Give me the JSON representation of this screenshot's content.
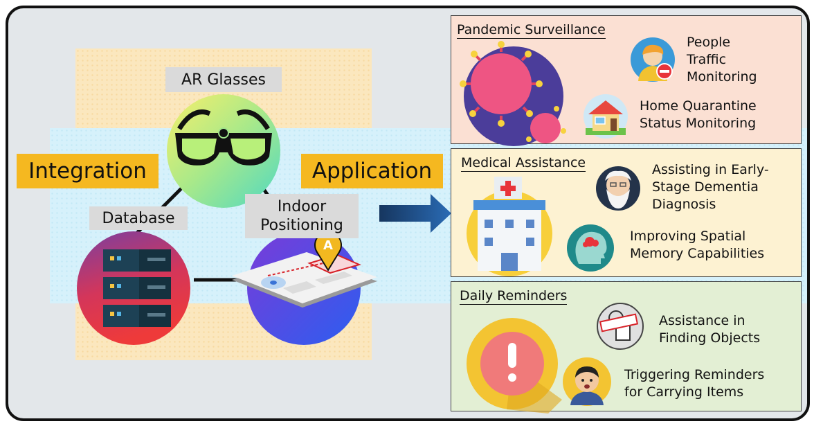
{
  "left": {
    "integration_label": "Integration",
    "application_label": "Application",
    "nodes": {
      "ar_glasses": "AR Glasses",
      "database": "Database",
      "indoor_positioning": "Indoor\nPositioning"
    },
    "pin_letter": "A"
  },
  "panels": {
    "pandemic": {
      "title": "Pandemic Surveillance",
      "items": [
        {
          "text": "People\nTraffic\nMonitoring",
          "icon": "person-minus-icon"
        },
        {
          "text": "Home Quarantine\nStatus Monitoring",
          "icon": "house-icon"
        }
      ]
    },
    "medical": {
      "title": "Medical Assistance",
      "items": [
        {
          "text": "Assisting in Early-\nStage Dementia\nDiagnosis",
          "icon": "elderly-man-icon"
        },
        {
          "text": "Improving Spatial\nMemory Capabilities",
          "icon": "brain-head-icon"
        }
      ]
    },
    "daily": {
      "title": "Daily Reminders",
      "items": [
        {
          "text": "Assistance in\nFinding Objects",
          "icon": "lost-item-icon"
        },
        {
          "text": "Triggering Reminders\nfor Carrying Items",
          "icon": "worried-person-icon"
        }
      ]
    }
  },
  "colors": {
    "yellow_accent": "#f5b820",
    "light_blue_band": "#d6f1fb",
    "pandemic_bg": "#fbe0d3",
    "medical_bg": "#fdf2d2",
    "daily_bg": "#e3efd4",
    "arrow_blue": "#1f5b9e"
  }
}
